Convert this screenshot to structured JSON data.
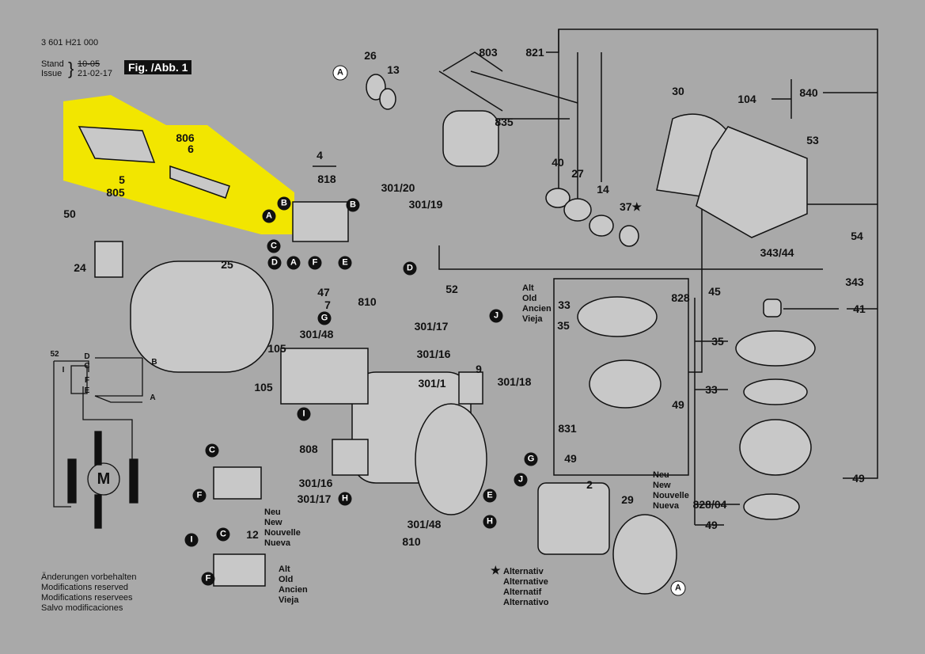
{
  "header": {
    "part_number": "3 601 H21 000",
    "stand_label": "Stand",
    "issue_label": "Issue",
    "old_date": "10-05",
    "issue_date": "21-02-17",
    "figure": "Fig. /Abb. 1"
  },
  "part_labels": [
    "26",
    "13",
    "803",
    "821",
    "840",
    "104",
    "30",
    "835",
    "53",
    "40",
    "27",
    "14",
    "37★",
    "4",
    "818",
    "301/20",
    "301/19",
    "806",
    "6",
    "5",
    "805",
    "50",
    "24",
    "25",
    "54",
    "343/44",
    "343",
    "828",
    "45",
    "41",
    "47",
    "7",
    "810",
    "52",
    "301/17",
    "301/48",
    "301/16",
    "33",
    "35",
    "35",
    "33",
    "105",
    "105",
    "9",
    "301/1",
    "301/18",
    "49",
    "831",
    "49",
    "808",
    "49",
    "828/04",
    "49",
    "301/16",
    "301/17",
    "301/48",
    "810",
    "2",
    "29",
    "12"
  ],
  "callouts": [
    "A",
    "A",
    "B",
    "B",
    "C",
    "D",
    "A",
    "F",
    "E",
    "D",
    "J",
    "G",
    "I",
    "C",
    "F",
    "G",
    "J",
    "E",
    "H",
    "H",
    "C",
    "I",
    "F",
    "A"
  ],
  "circuit": {
    "labels": [
      "52",
      "D",
      "C",
      "I",
      "F",
      "E",
      "B",
      "A"
    ],
    "motor": "M"
  },
  "notes": {
    "old_1": [
      "Alt",
      "Old",
      "Ancien",
      "Vieja"
    ],
    "new_1": [
      "Neu",
      "New",
      "Nouvelle",
      "Nueva"
    ],
    "new_2": [
      "Neu",
      "New",
      "Nouvelle",
      "Nueva"
    ],
    "old_2": [
      "Alt",
      "Old",
      "Ancien",
      "Vieja"
    ],
    "alternative": [
      "Alternativ",
      "Alternative",
      "Alternatif",
      "Alternativo"
    ],
    "alternative_symbol": "★",
    "modifications": [
      "Änderungen vorbehalten",
      "Modifications reserved",
      "Modifications reservees",
      "Salvo modificaciones"
    ]
  },
  "colors": {
    "background": "#a9a9a9",
    "highlight": "#f2e600",
    "ink": "#111111"
  }
}
